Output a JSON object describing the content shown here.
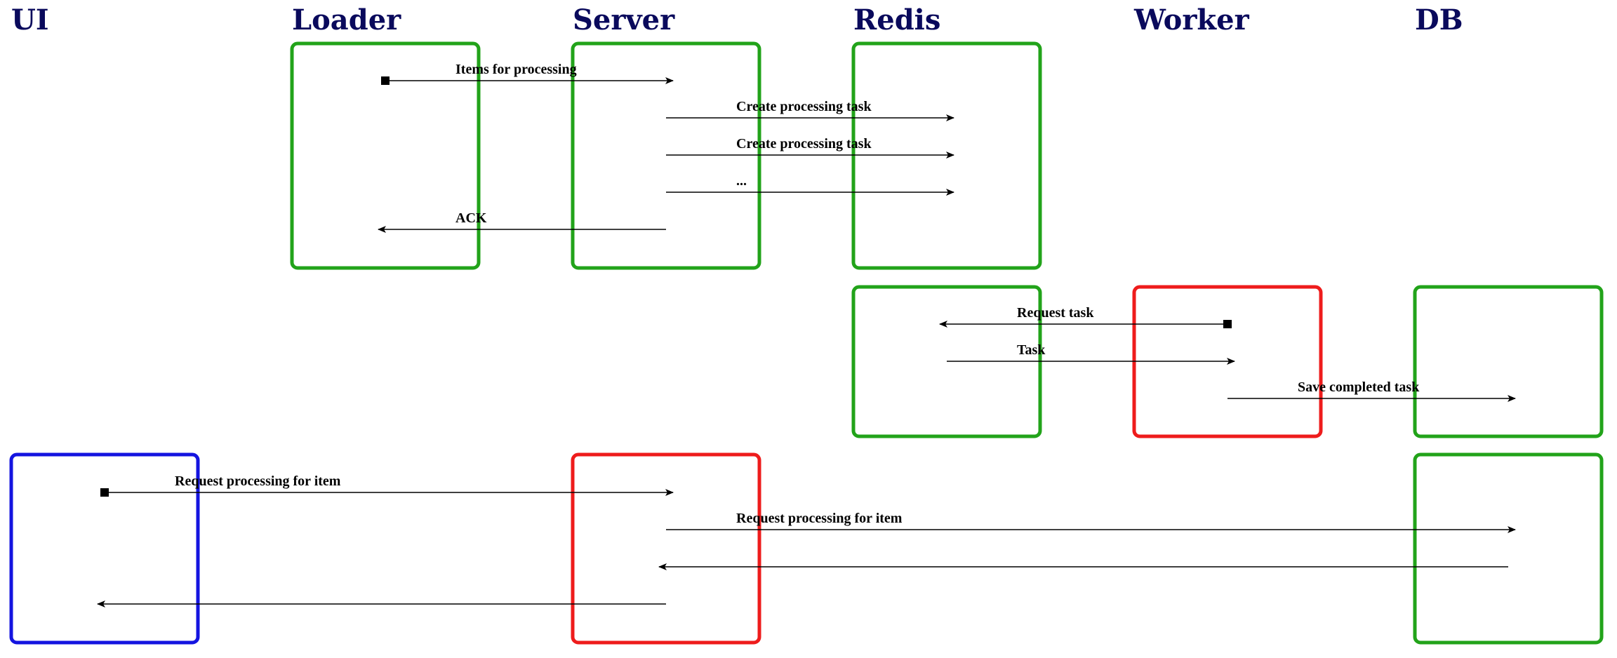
{
  "columns": [
    {
      "id": "ui",
      "title": "UI"
    },
    {
      "id": "loader",
      "title": "Loader"
    },
    {
      "id": "server",
      "title": "Server"
    },
    {
      "id": "redis",
      "title": "Redis"
    },
    {
      "id": "worker",
      "title": "Worker"
    },
    {
      "id": "db",
      "title": "DB"
    }
  ],
  "colors": {
    "title": "#0a0a5c",
    "green": "#22a31a",
    "red": "#ee1c1c",
    "blue": "#1414e0"
  },
  "scenarios": [
    {
      "name": "batch",
      "boxes": [
        {
          "column": "loader",
          "color": "green"
        },
        {
          "column": "server",
          "color": "green"
        },
        {
          "column": "redis",
          "color": "green"
        }
      ],
      "messages": [
        {
          "from": "loader",
          "to": "server",
          "label": "Items for processing",
          "start_marker": true
        },
        {
          "from": "server",
          "to": "redis",
          "label": "Create processing task"
        },
        {
          "from": "server",
          "to": "redis",
          "label": "Create processing task"
        },
        {
          "from": "server",
          "to": "redis",
          "label": "..."
        },
        {
          "from": "server",
          "to": "loader",
          "label": "ACK"
        }
      ]
    },
    {
      "name": "worker",
      "boxes": [
        {
          "column": "redis",
          "color": "green"
        },
        {
          "column": "worker",
          "color": "red"
        },
        {
          "column": "db",
          "color": "green"
        }
      ],
      "messages": [
        {
          "from": "worker",
          "to": "redis",
          "label": "Request task",
          "start_marker": true
        },
        {
          "from": "redis",
          "to": "worker",
          "label": "Task"
        },
        {
          "from": "worker",
          "to": "db",
          "label": "Save completed task"
        }
      ]
    },
    {
      "name": "ui-request",
      "boxes": [
        {
          "column": "ui",
          "color": "blue"
        },
        {
          "column": "server",
          "color": "red"
        },
        {
          "column": "db",
          "color": "green"
        }
      ],
      "messages": [
        {
          "from": "ui",
          "to": "server",
          "label": "Request processing for item",
          "start_marker": true
        },
        {
          "from": "server",
          "to": "db",
          "label": "Request processing for item"
        },
        {
          "from": "db",
          "to": "server",
          "label": ""
        },
        {
          "from": "server",
          "to": "ui",
          "label": ""
        }
      ]
    }
  ]
}
